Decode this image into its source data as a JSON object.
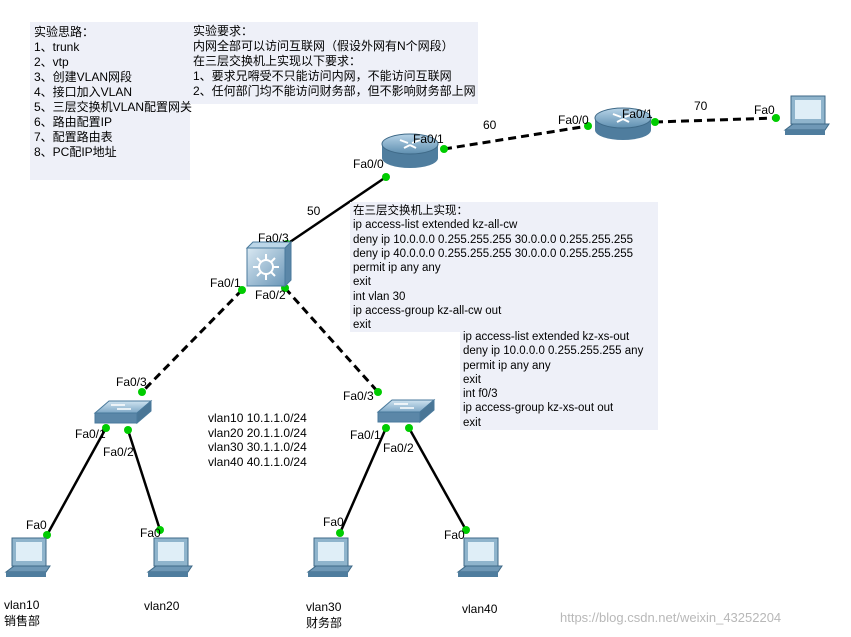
{
  "notes": {
    "steps_title": "实验思路：",
    "steps": [
      "1、trunk",
      "2、vtp",
      "3、创建VLAN网段",
      "4、接口加入VLAN",
      "5、三层交换机VLAN配置网关",
      "6、路由配置IP",
      "7、配置路由表",
      "8、PC配IP地址"
    ],
    "requirements": [
      "实验要求：",
      "内网全部可以访问互联网（假设外网有N个网段）",
      "在三层交换机上实现以下要求：",
      "1、要求兄嘚受不只能访问内网，不能访问互联网",
      "2、任何部门均不能访问财务部，但不影响财务部上网"
    ],
    "acl1": [
      "在三层交换机上实现：",
      "ip access-list extended kz-all-cw",
      "deny ip 10.0.0.0 0.255.255.255 30.0.0.0 0.255.255.255",
      "deny ip 40.0.0.0 0.255.255.255 30.0.0.0 0.255.255.255",
      "permit ip any any",
      "exit",
      "int vlan 30",
      "ip access-group kz-all-cw out",
      "exit"
    ],
    "acl2": [
      "ip access-list extended kz-xs-out",
      "deny ip 10.0.0.0 0.255.255.255 any",
      "permit ip any any",
      "exit",
      "int f0/3",
      "ip access-group kz-xs-out out",
      "exit"
    ],
    "vlans": [
      "vlan10 10.1.1.0/24",
      "vlan20 20.1.1.0/24",
      "vlan30 30.1.1.0/24",
      "vlan40 40.1.1.0/24"
    ]
  },
  "ports": {
    "r1_fa00": "Fa0/0",
    "r1_fa01": "Fa0/1",
    "r2_fa00": "Fa0/0",
    "r2_fa01": "Fa0/1",
    "isp_fa0": "Fa0",
    "msw_fa03": "Fa0/3",
    "msw_fa01": "Fa0/1",
    "msw_fa02": "Fa0/2",
    "sw1_fa03": "Fa0/3",
    "sw1_fa01": "Fa0/1",
    "sw1_fa02": "Fa0/2",
    "sw2_fa03": "Fa0/3",
    "sw2_fa01": "Fa0/1",
    "sw2_fa02": "Fa0/2",
    "pc1_fa0": "Fa0",
    "pc2_fa0": "Fa0",
    "pc3_fa0": "Fa0",
    "pc4_fa0": "Fa0"
  },
  "costs": {
    "link_50": "50",
    "link_60": "60",
    "link_70": "70"
  },
  "pcs": {
    "pc1": {
      "vlan": "vlan10",
      "dept": "销售部"
    },
    "pc2": {
      "vlan": "vlan20"
    },
    "pc3": {
      "vlan": "vlan30",
      "dept": "财务部"
    },
    "pc4": {
      "vlan": "vlan40"
    }
  },
  "watermark": "https://blog.csdn.net/weixin_43252204",
  "colors": {
    "link_up": "#00cc00",
    "note_bg": "#eef0f8",
    "device_blue": "#5a8fb0"
  },
  "icons": {
    "router": "router-icon",
    "multilayer_switch": "multilayer-switch-icon",
    "switch": "switch-icon",
    "pc": "pc-icon"
  }
}
